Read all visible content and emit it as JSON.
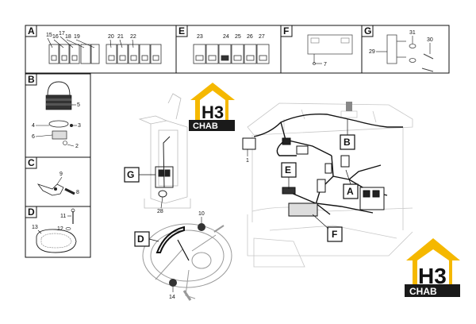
{
  "panels": {
    "A": {
      "letter": "A",
      "numbers": [
        "15",
        "16",
        "17",
        "18",
        "19",
        "20",
        "21",
        "22"
      ]
    },
    "E": {
      "letter": "E",
      "numbers": [
        "23",
        "24",
        "25",
        "26",
        "27"
      ]
    },
    "F": {
      "letter": "F",
      "numbers": [
        "7"
      ]
    },
    "G": {
      "letter": "G",
      "numbers": [
        "29",
        "31",
        "30"
      ]
    },
    "B": {
      "letter": "B",
      "numbers": [
        "5",
        "4",
        "3",
        "6",
        "2"
      ]
    },
    "C": {
      "letter": "C",
      "numbers": [
        "9",
        "8"
      ]
    },
    "D": {
      "letter": "D",
      "numbers": [
        "11",
        "13",
        "12"
      ]
    }
  },
  "main_callouts": {
    "B": "B",
    "A": "A",
    "E": "E",
    "F": "F",
    "G": "G",
    "D": "D",
    "n1": "1",
    "n28": "28",
    "n10": "10",
    "n14": "14"
  },
  "logo": {
    "mark": "H3",
    "brand": "CHAB"
  },
  "colors": {
    "logo_yellow": "#f5b800",
    "logo_dark": "#1a1a1a",
    "line": "#111111",
    "ghost": "#c8c8c8"
  }
}
